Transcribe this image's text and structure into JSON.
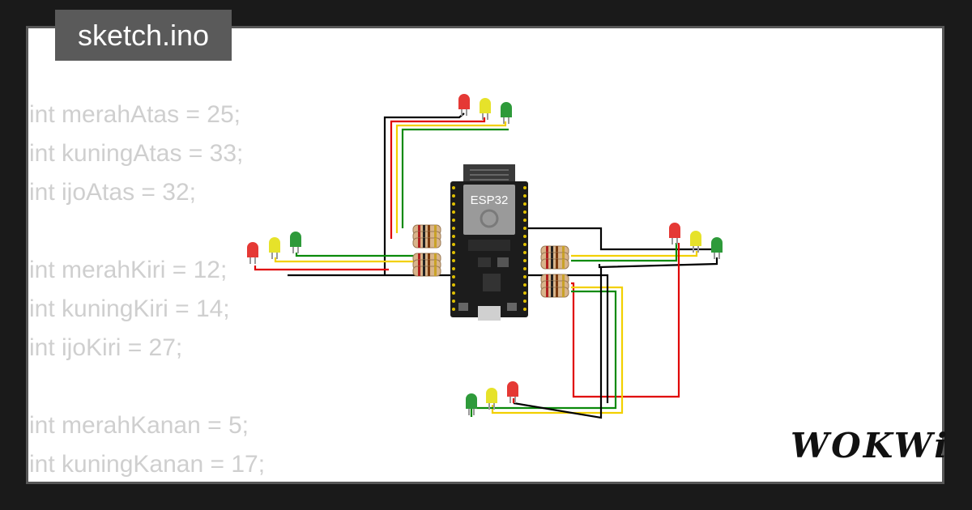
{
  "tab": {
    "title": "sketch.ino"
  },
  "code": {
    "lines": [
      "int merahAtas = 25;",
      "int kuningAtas = 33;",
      "int ijoAtas = 32;",
      "",
      "int merahKiri = 12;",
      "int kuningKiri = 14;",
      "int ijoKiri = 27;",
      "",
      "int merahKanan = 5;",
      "int kuningKanan = 17;"
    ]
  },
  "board": {
    "label": "ESP32"
  },
  "brand": {
    "logo": "WOKWi"
  },
  "colors": {
    "led_red": "#e53935",
    "led_yellow": "#e6e22a",
    "led_green": "#2e9a3a",
    "wire_black": "#000000",
    "wire_red": "#e00000",
    "wire_yellow": "#f2d000",
    "wire_green": "#0a8a0a",
    "board": "#1c1c1c"
  }
}
